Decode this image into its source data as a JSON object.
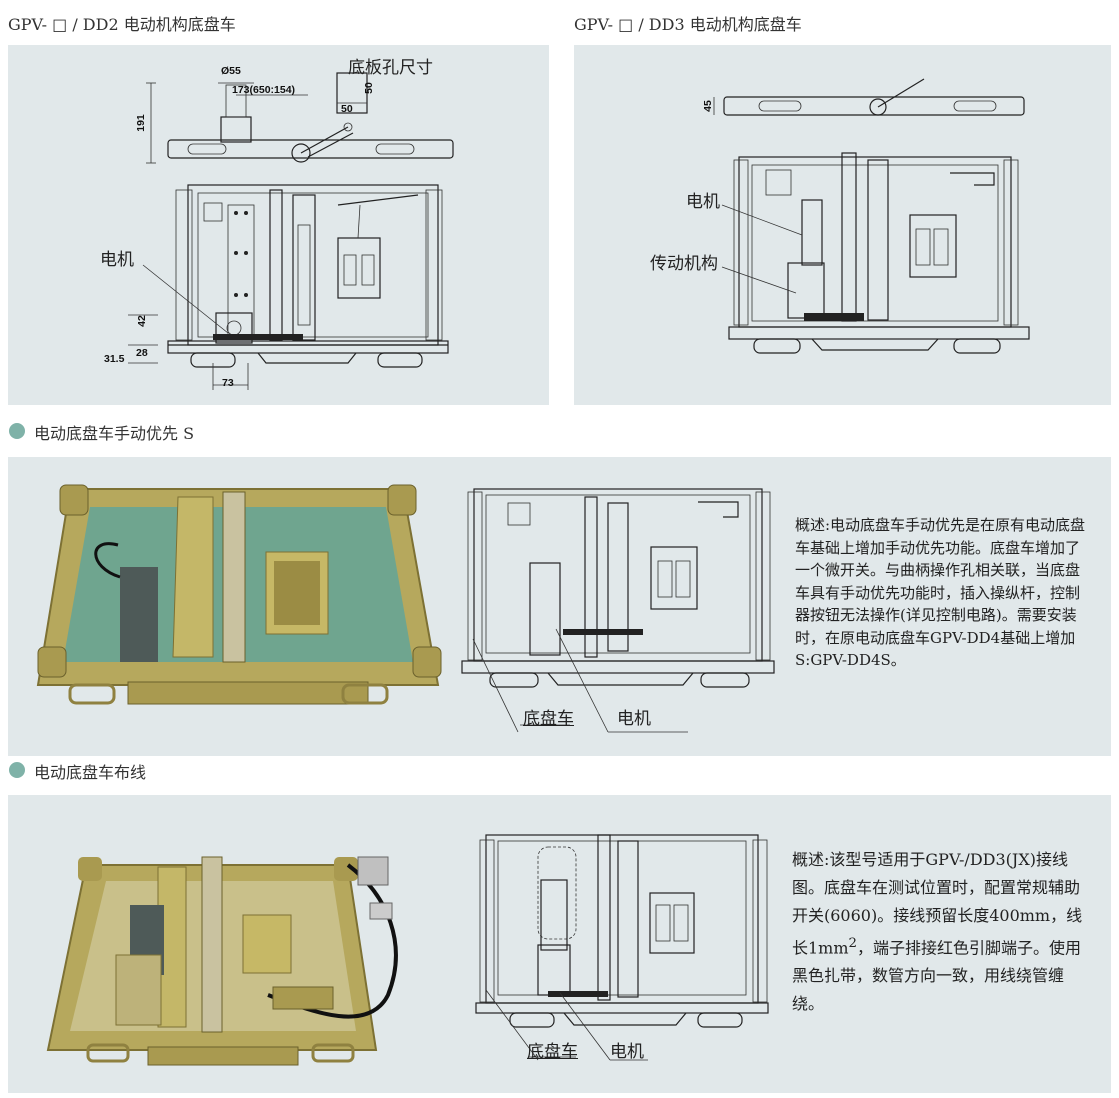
{
  "header": {
    "left_title": "GPV- □ / DD2 电动机构底盘车",
    "right_title": "GPV- □ / DD3 电动机构底盘车"
  },
  "dd2_drawing": {
    "hole_label": "底板孔尺寸",
    "motor_label": "电机",
    "dims": {
      "d55": "Ø55",
      "d173": "173(650:154)",
      "d191": "191",
      "d50a": "50",
      "d50b": "50",
      "d42": "42",
      "d28": "28",
      "d315": "31.5",
      "d73": "73"
    }
  },
  "dd3_drawing": {
    "dim45": "45",
    "motor_label": "电机",
    "mechanism_label": "传动机构"
  },
  "section_manual": {
    "heading": "电动底盘车手动优先 S",
    "description": "概述:电动底盘车手动优先是在原有电动底盘车基础上增加手动优先功能。底盘车增加了一个微开关。与曲柄操作孔相关联，当底盘车具有手动优先功能时，插入操纵杆，控制器按钮无法操作(详见控制电路)。需要安装时，在原电动底盘车GPV-DD4基础上增加S:GPV-DD4S。",
    "chassis_label": "底盘车",
    "motor_label": "电机"
  },
  "section_wiring": {
    "heading": "电动底盘车布线",
    "description_part1": "概述:该型号适用于GPV-/DD3(JX)接线图。底盘车在测试位置时，配置常规辅助开关(6060)。接线预留长度400mm，线长1mm",
    "superscript": "2",
    "description_part2": "，端子排接红色引脚端子。使用黑色扎带，数管方向一致，用线绕管缠绕。",
    "chassis_label": "底盘车",
    "motor_label": "电机"
  },
  "colors": {
    "panel_bg": "#e1e8ea",
    "bullet": "#7fb2a8",
    "metal_frame": "#b8a85c",
    "green_plate": "#6fa58f",
    "motor_grey": "#4e5a58"
  }
}
